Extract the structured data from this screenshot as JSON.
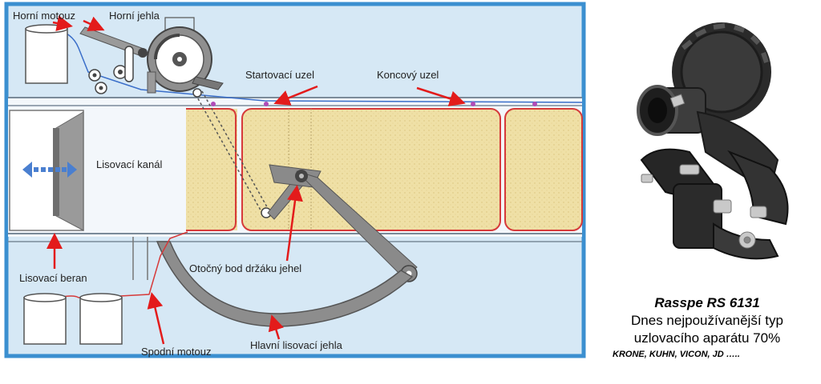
{
  "diagram": {
    "labels": {
      "upper_twine": "Horní motouz",
      "upper_needle": "Horní jehla",
      "start_knot": "Startovací uzel",
      "end_knot": "Koncový uzel",
      "press_channel": "Lisovací kanál",
      "needle_holder_pivot": "Otočný bod držáku jehel",
      "plunger": "Lisovací beran",
      "lower_twine": "Spodní motouz",
      "main_needle": "Hlavní lisovací jehla"
    },
    "colors": {
      "background": "#d6e8f5",
      "frame": "#3b8fd0",
      "bale": "#efe0a6",
      "twine_red": "#d63a3a",
      "twine_blue": "#3a6ec9",
      "arrow_red": "#e31b1b",
      "steel": "#6c6c6c"
    }
  },
  "product": {
    "title": "Rasspe RS 6131",
    "line1": "Dnes nejpoužívanější typ",
    "line2": "uzlovacího aparátu 70%",
    "brands": "KRONE, KUHN, VICON, JD  ….."
  }
}
